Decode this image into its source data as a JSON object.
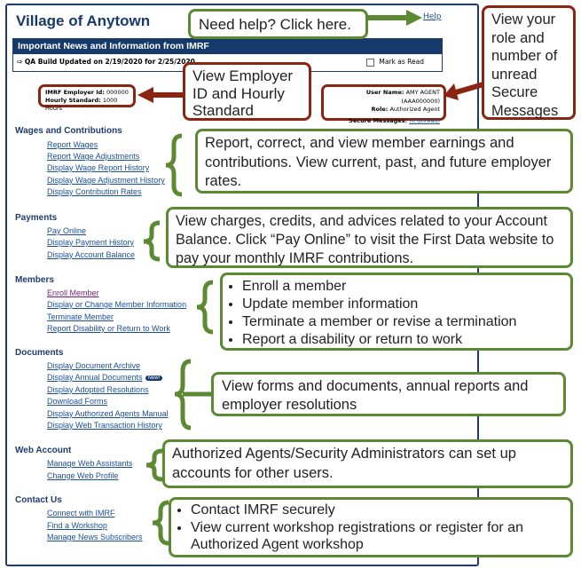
{
  "page": {
    "title": "Village of Anytown",
    "help_link": "Help"
  },
  "news": {
    "header": "Important News and Information from IMRF",
    "item": "QA Build Updated on 2/19/2020 for 2/25/2020",
    "mark_label": "Mark as Read"
  },
  "employer": {
    "id_label": "IMRF Employer Id:",
    "id_value": "000000",
    "hourly_label": "Hourly Standard:",
    "hourly_value": "1000 Hours"
  },
  "user": {
    "name_label": "User Name:",
    "name_value": "AMY AGENT (AAA000000)",
    "role_label": "Role:",
    "role_value": "Authorized Agent",
    "messages_label": "Secure Messages:",
    "messages_value": "(0 Unread)"
  },
  "sections": {
    "wages": {
      "title": "Wages and Contributions",
      "links": [
        "Report Wages",
        "Report Wage Adjustments",
        "Display Wage Report History",
        "Display Wage Adjustment History",
        "Display Contribution Rates"
      ]
    },
    "payments": {
      "title": "Payments",
      "links": [
        "Pay Online",
        "Display Payment History",
        "Display Account Balance"
      ]
    },
    "members": {
      "title": "Members",
      "links": [
        "Enroll Member",
        "Display or Change Member Information",
        "Terminate Member",
        "Report Disability or Return to Work"
      ]
    },
    "documents": {
      "title": "Documents",
      "links": [
        "Display Document Archive",
        "Display Annual Documents",
        "Display Adopted Resolutions",
        "Download Forms",
        "Display Authorized Agents Manual",
        "Display Web Transaction History"
      ],
      "new_badge": "New!"
    },
    "web_account": {
      "title": "Web Account",
      "links": [
        "Manage Web Assistants",
        "Change Web Profile"
      ]
    },
    "contact": {
      "title": "Contact Us",
      "links": [
        "Connect with IMRF",
        "Find a Workshop",
        "Manage News Subscribers"
      ]
    }
  },
  "callouts": {
    "help": "Need help? Click here.",
    "role": "View your role and number of unread Secure Messages",
    "employer": "View Employer ID and Hourly Standard",
    "wages": "Report, correct, and view member earnings and contributions. View current, past, and future employer rates.",
    "payments": "View charges, credits, and advices related to your Account Balance. Click “Pay Online” to visit the First Data website to pay your monthly IMRF contributions.",
    "members": [
      "Enroll a member",
      "Update member information",
      "Terminate a member or revise a termination",
      "Report a disability or return to work"
    ],
    "documents": "View forms and documents, annual reports and employer resolutions",
    "web_account": "Authorized Agents/Security Administrators can set up accounts for other users.",
    "contact": [
      "Contact IMRF securely",
      "View current workshop registrations or register for an Authorized Agent workshop"
    ]
  },
  "colors": {
    "navy": "#15396b",
    "callout_green": "#5c8a32",
    "callout_red": "#8b2513",
    "link_blue": "#1a4f9c"
  }
}
